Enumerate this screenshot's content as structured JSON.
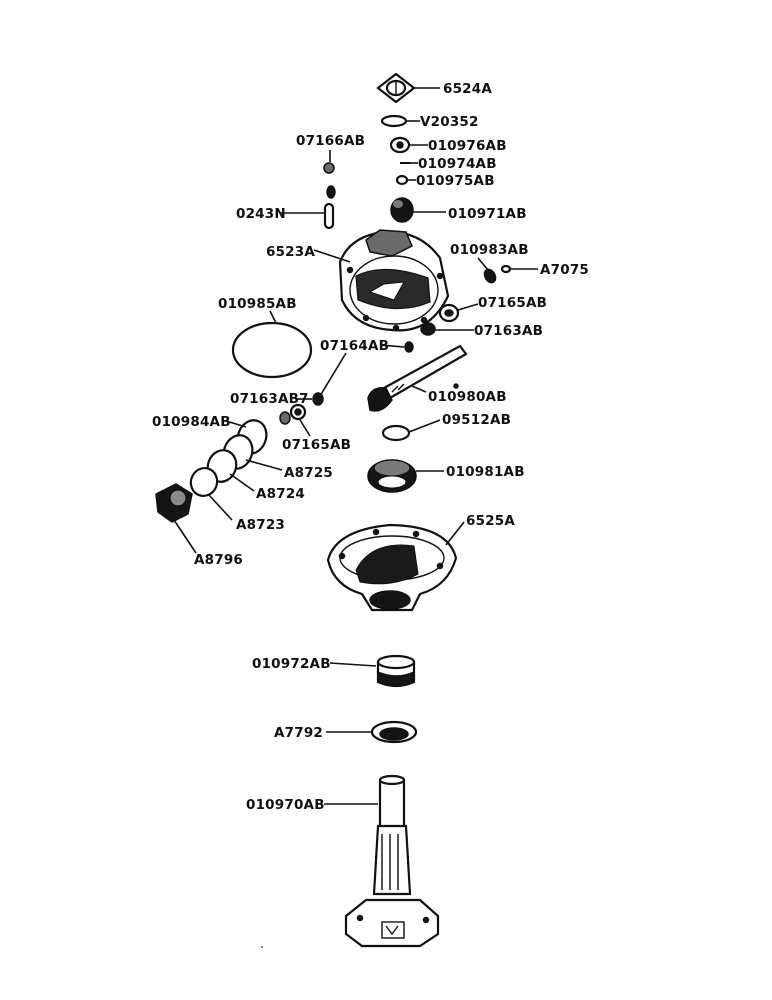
{
  "callouts": [
    {
      "id": "p6524a",
      "label": "6524A"
    },
    {
      "id": "pv20352",
      "label": "V20352"
    },
    {
      "id": "p07166ab",
      "label": "07166AB"
    },
    {
      "id": "p010976ab",
      "label": "010976AB"
    },
    {
      "id": "p010974ab",
      "label": "010974AB"
    },
    {
      "id": "p010975ab",
      "label": "010975AB"
    },
    {
      "id": "p0243n",
      "label": "0243N"
    },
    {
      "id": "p010971ab",
      "label": "010971AB"
    },
    {
      "id": "p6523a",
      "label": "6523A"
    },
    {
      "id": "p010983ab",
      "label": "010983AB"
    },
    {
      "id": "pa7075",
      "label": "A7075"
    },
    {
      "id": "p010985ab",
      "label": "010985AB"
    },
    {
      "id": "p07165ab_r",
      "label": "07165AB"
    },
    {
      "id": "p07163ab_r",
      "label": "07163AB"
    },
    {
      "id": "p07164ab",
      "label": "07164AB"
    },
    {
      "id": "p07163ab_l",
      "label": "07163AB7"
    },
    {
      "id": "p010980ab",
      "label": "010980AB"
    },
    {
      "id": "p010984ab",
      "label": "010984AB"
    },
    {
      "id": "p09512ab",
      "label": "09512AB"
    },
    {
      "id": "p07165ab_l",
      "label": "07165AB"
    },
    {
      "id": "pa8725",
      "label": "A8725"
    },
    {
      "id": "p010981ab",
      "label": "010981AB"
    },
    {
      "id": "pa8724",
      "label": "A8724"
    },
    {
      "id": "pa8723",
      "label": "A8723"
    },
    {
      "id": "p6525a",
      "label": "6525A"
    },
    {
      "id": "pa8796",
      "label": "A8796"
    },
    {
      "id": "p010972ab",
      "label": "010972AB"
    },
    {
      "id": "pa7792",
      "label": "A7792"
    },
    {
      "id": "p010970ab",
      "label": "010970AB"
    }
  ]
}
